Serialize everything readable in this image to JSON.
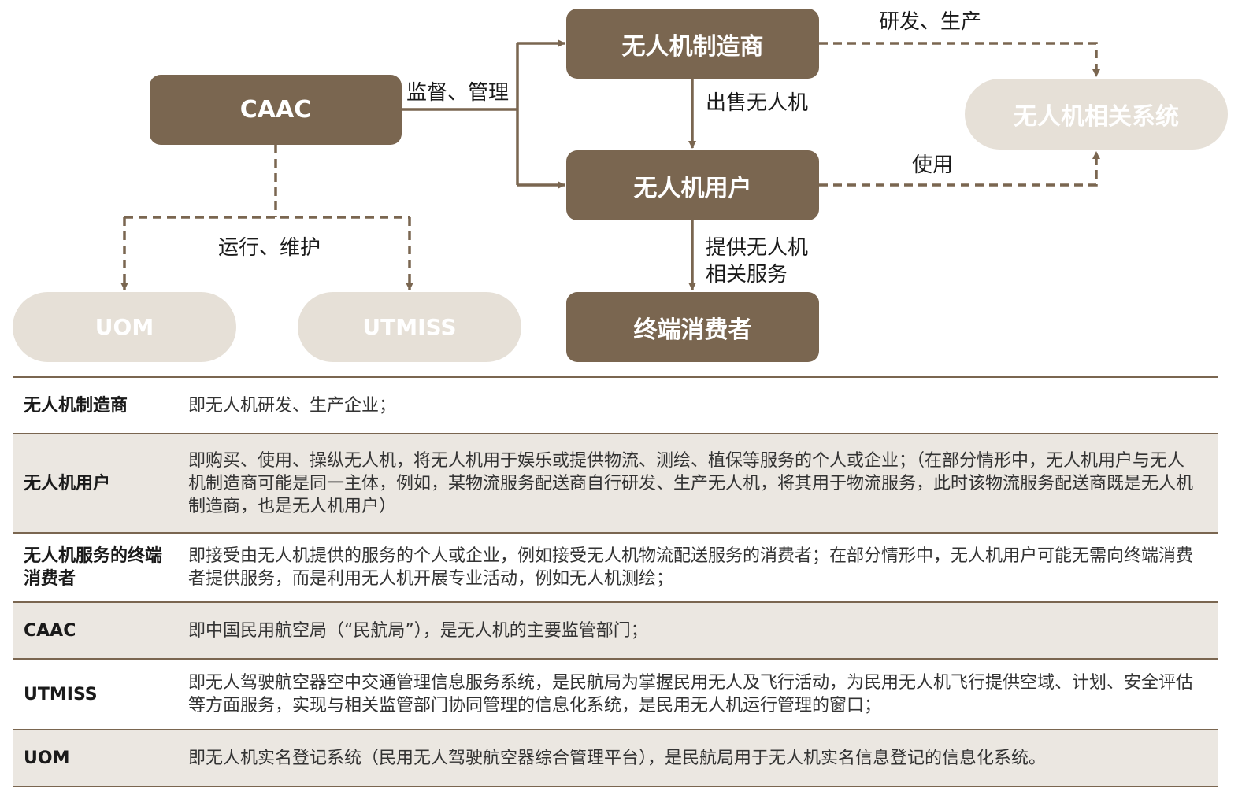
{
  "diagram": {
    "nodes": {
      "caac": "CAAC",
      "manufacturer": "无人机制造商",
      "user": "无人机用户",
      "consumer": "终端消费者",
      "related_systems": "无人机相关系统",
      "uom": "UOM",
      "utmiss": "UTMISS"
    },
    "edges": {
      "supervise": "监督、管理",
      "rd_production": "研发、生产",
      "sell": "出售无人机",
      "use": "使用",
      "provide_line1": "提供无人机",
      "provide_line2": "相关服务",
      "operate": "运行、维护"
    },
    "colors": {
      "dark_box": "#7a6650",
      "light_box": "#e6e0d7",
      "arrow": "#7a6650"
    }
  },
  "definitions": [
    {
      "term": "无人机制造商",
      "definition": "即无人机研发、生产企业；"
    },
    {
      "term": "无人机用户",
      "definition": "即购买、使用、操纵无人机，将无人机用于娱乐或提供物流、测绘、植保等服务的个人或企业；（在部分情形中，无人机用户与无人机制造商可能是同一主体，例如，某物流服务配送商自行研发、生产无人机，将其用于物流服务，此时该物流服务配送商既是无人机制造商，也是无人机用户）"
    },
    {
      "term": "无人机服务的终端消费者",
      "definition": "即接受由无人机提供的服务的个人或企业，例如接受无人机物流配送服务的消费者；在部分情形中，无人机用户可能无需向终端消费者提供服务，而是利用无人机开展专业活动，例如无人机测绘；"
    },
    {
      "term": "CAAC",
      "definition": "即中国民用航空局（“民航局”），是无人机的主要监管部门；"
    },
    {
      "term": "UTMISS",
      "definition": "即无人驾驶航空器空中交通管理信息服务系统，是民航局为掌握民用无人及飞行活动，为民用无人机飞行提供空域、计划、安全评估等方面服务，实现与相关监管部门协同管理的信息化系统，是民用无人机运行管理的窗口；"
    },
    {
      "term": "UOM",
      "definition": "即无人机实名登记系统（民用无人驾驶航空器综合管理平台），是民航局用于无人机实名信息登记的信息化系统。"
    }
  ]
}
